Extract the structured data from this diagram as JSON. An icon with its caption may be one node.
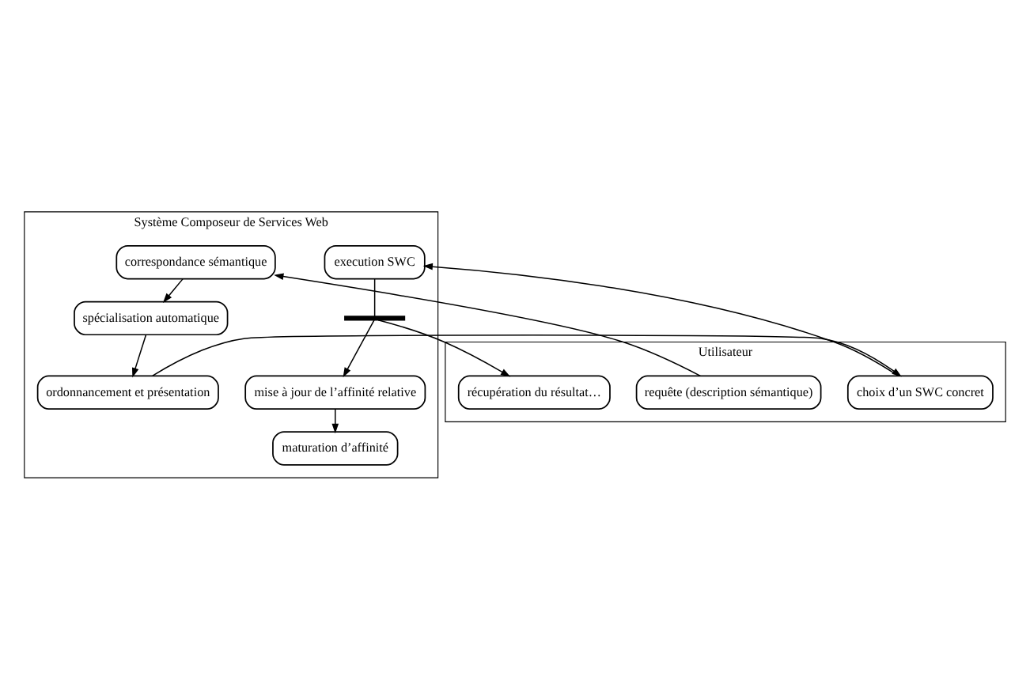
{
  "diagram": {
    "nodes": [
      {
        "text": [
          "Système Composeur de Services Web"
        ]
      },
      {
        "text": [
          "Utilisateur"
        ]
      },
      {
        "text": [
          "correspondance sémantique"
        ],
        "in": 0
      },
      {
        "text": [
          "requête (description sémantique)"
        ],
        "in": 1
      },
      {
        "text": [
          "spécialisation automatique"
        ],
        "in": 0
      },
      {
        "text": [
          "ordonnancement et présentation"
        ],
        "in": 0
      },
      {
        "text": [
          "choix d’un SWC concret"
        ],
        "in": 1
      },
      {
        "text": [
          "maturation d’affinité"
        ],
        "in": 0
      },
      {
        "text": [
          "execution SWC"
        ],
        "in": 0
      },
      {
        "text": [],
        "shape": "bar",
        "in": 0
      },
      {
        "text": [
          "mise à jour de l’affinité relative"
        ],
        "in": 0
      },
      {
        "text": [
          "récupération du résultat…"
        ],
        "in": 1
      }
    ],
    "edges": [
      {
        "from": 3,
        "to": 2,
        "arrow": "to"
      },
      {
        "from": 2,
        "to": 4,
        "arrow": "to"
      },
      {
        "from": 4,
        "to": 5,
        "arrow": "to"
      },
      {
        "from": 5,
        "to": 6,
        "arrow": "to"
      },
      {
        "from": 6,
        "to": 8,
        "arrow": "to"
      },
      {
        "from": 8,
        "to": 9,
        "arrow": "none"
      },
      {
        "from": 9,
        "to": 10,
        "arrow": "to"
      },
      {
        "from": 9,
        "to": 11,
        "arrow": "to"
      },
      {
        "from": 10,
        "to": 7,
        "arrow": "to"
      }
    ]
  }
}
